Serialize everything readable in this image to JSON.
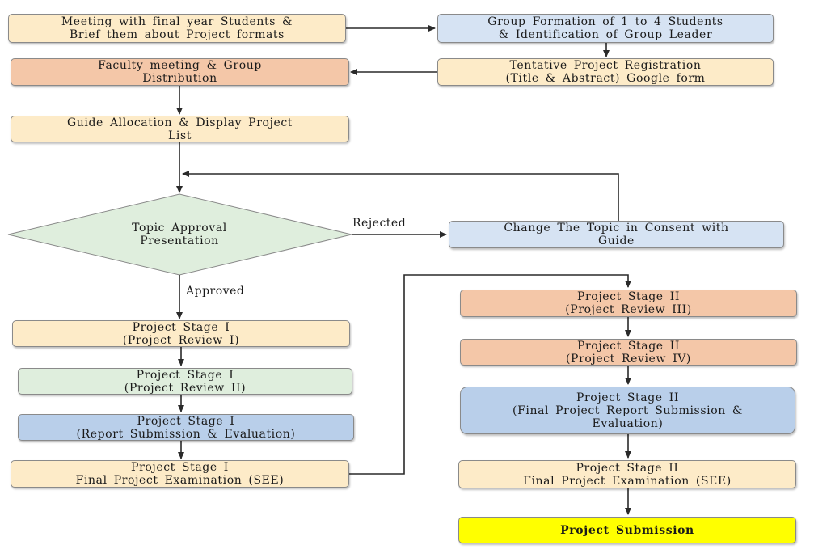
{
  "nodes": {
    "meeting": "Meeting with final year Students &\nBrief them about Project formats",
    "group_formation": "Group Formation of 1 to 4 Students\n& Identification of Group Leader",
    "faculty_meeting": "Faculty meeting & Group\nDistribution",
    "registration": "Tentative Project Registration\n(Title & Abstract) Google form",
    "guide_allocation": "Guide Allocation & Display Project\nList",
    "topic_approval": "Topic Approval\nPresentation",
    "change_topic": "Change The Topic in Consent with\nGuide",
    "stage1_review1": "Project Stage I\n(Project Review I)",
    "stage1_review2": "Project Stage I\n(Project Review II)",
    "stage1_report": "Project Stage I\n(Report Submission & Evaluation)",
    "stage1_exam": "Project Stage I\nFinal Project Examination (SEE)",
    "stage2_review3": "Project Stage II\n(Project Review III)",
    "stage2_review4": "Project Stage II\n(Project Review IV)",
    "stage2_report": "Project Stage II\n(Final Project Report Submission &\nEvaluation)",
    "stage2_exam": "Project Stage II\nFinal Project Examination (SEE)",
    "submission": "Project Submission"
  },
  "edge_labels": {
    "rejected": "Rejected",
    "approved": "Approved"
  },
  "colors": {
    "beige": "#fdebc8",
    "light_blue": "#d6e3f3",
    "orange": "#f4c7a8",
    "green": "#dfeedd",
    "blue": "#b9cfea",
    "yellow": "#ffff00",
    "diamond_fill": "#dfeedd"
  }
}
